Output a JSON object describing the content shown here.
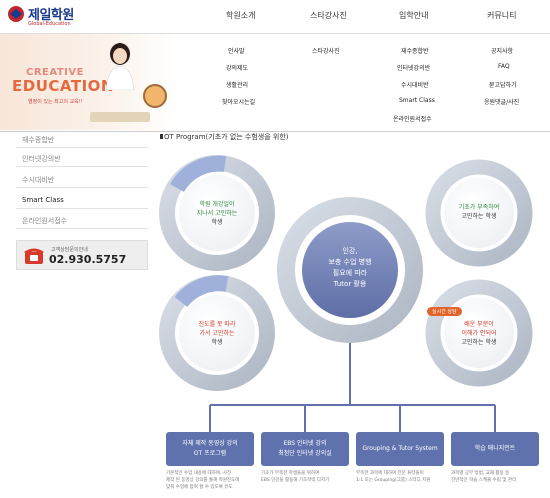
{
  "logo": {
    "text": "제일학원",
    "sub": "Global-Education"
  },
  "gnb": [
    "학원소개",
    "스타강사진",
    "입학안내",
    "커뮤니티"
  ],
  "hero": {
    "line1": "CREATIVE",
    "line2": "EDUCATION",
    "line3": "열정이 있는 최고의 교육!!"
  },
  "megamenu": {
    "col1": [
      "인사말",
      "강의제도",
      "생활관리",
      "찾아오시는길"
    ],
    "col2": [
      "스타강사진"
    ],
    "col3": [
      "재수종합반",
      "인터넷강의반",
      "수시대비반",
      "Smart Class",
      "온라인원서접수"
    ],
    "col4": [
      "공지사항",
      "FAQ",
      "묻고답하기",
      "응원댓글/사진"
    ]
  },
  "sidebar": {
    "items": [
      "재수종합반",
      "인터넷강의반",
      "수시대비반",
      "Smart Class",
      "온라인원서접수"
    ],
    "active_index": 3,
    "call_label": "고객상담문의안내",
    "call_number": "02.930.5757"
  },
  "section_title": "OT Program(기초가 없는 수험생을 위한)",
  "diagram": {
    "center": [
      "인강,",
      "보충 수업 병행",
      "필요에 따라",
      "Tutor 활용"
    ],
    "top_left": {
      "l1": "학원 개강일이",
      "l2": "지나서 고민하는",
      "l3": "학생"
    },
    "top_right": {
      "l1": "기초가 부족하여",
      "l2": "고민하는 학생"
    },
    "bottom_left": {
      "l1": "진도를 못 따라",
      "l2": "가서 고민하는",
      "l3": "학생"
    },
    "bottom_right": {
      "badge": "실시간 상담",
      "l1": "배운 부분이",
      "l2": "이해가 안되어",
      "l3": "고민하는 학생"
    }
  },
  "programs": [
    {
      "l1": "자체 제작 동영상 강의",
      "l2": "OT 프로그램",
      "desc": [
        "기본적인 수업 내용에 대하여, 사전",
        "제작 된 동영상 강의를 통해 학원진도에",
        "맞춰 수업에 참여 할 수 있도록 유도"
      ]
    },
    {
      "l1": "EBS 인터넷 강의",
      "l2": "최첨단 인터넷 강의실",
      "desc": [
        "기초가 부족한 학생들을 위하여",
        "EBS 인강을 활용해 기초학력 다지기"
      ]
    },
    {
      "l1": "Grouping & Tutor System",
      "l2": "",
      "desc": [
        "부족한 과목에 대하여 전문 튜터들이",
        "1:1 또는 Grouping(그룹) 스터디 지원"
      ]
    },
    {
      "l1": "학습 매니지먼트",
      "l2": "",
      "desc": [
        "과목별 공부 방법, 교재 활용 등",
        "전반적인 학습 스케줄 수립 및 관리"
      ]
    }
  ],
  "colors": {
    "accent": "#5f72ad",
    "orange": "#e4632b",
    "green": "#2f8a3c",
    "red": "#d63a2b"
  }
}
